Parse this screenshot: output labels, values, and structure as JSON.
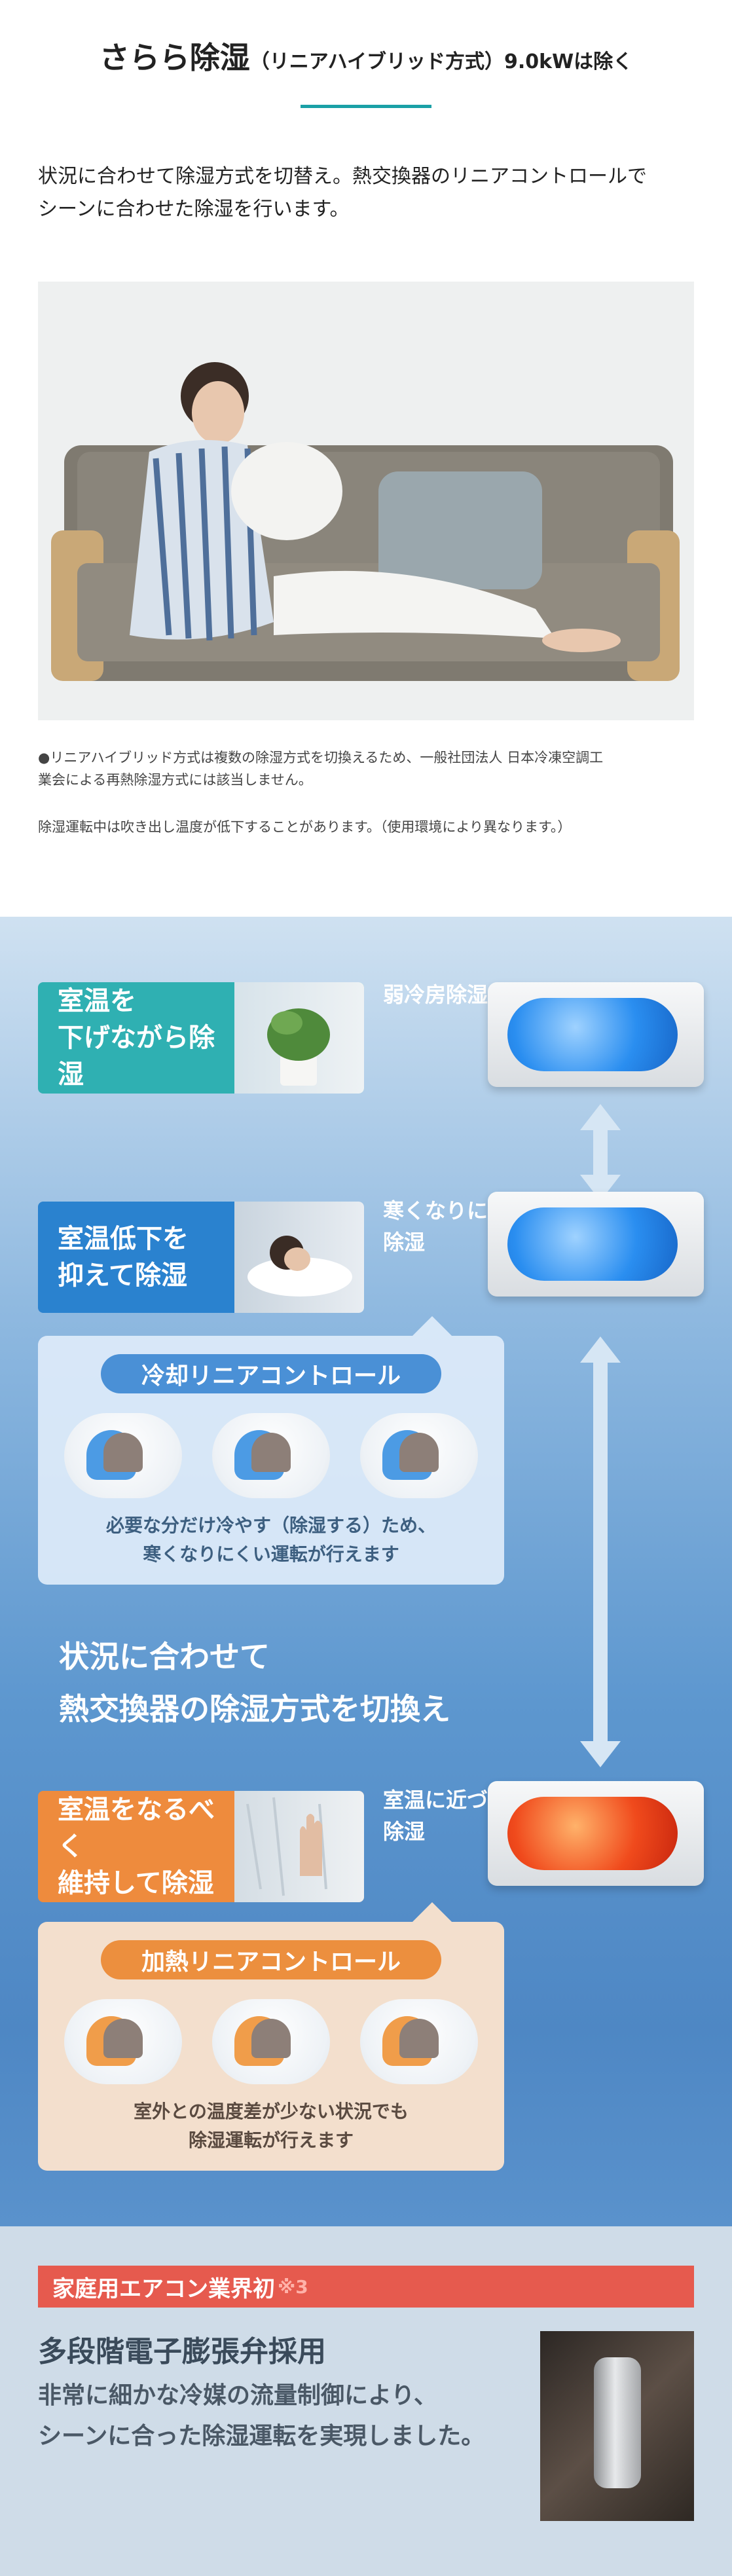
{
  "header": {
    "title_main": "さらら除湿",
    "title_sub": "（リニアハイブリッド方式）9.0kWは除く",
    "intro_line1": "状況に合わせて除湿方式を切替え。熱交換器のリニアコントロールで",
    "intro_line2": "シーンに合わせた除湿を行います。",
    "note1_line1": "●リニアハイブリッド方式は複数の除湿方式を切換えるため、一般社団法人 日本冷凍空調工",
    "note1_line2": "業会による再熱除湿方式には該当しません。",
    "note2": "除湿運転中は吹き出し温度が低下することがあります。（使用環境により異なります。）"
  },
  "infographic": {
    "tag_cool": {
      "line1": "室温を",
      "line2": "下げながら除湿"
    },
    "tag_lower": {
      "line1": "室温低下を",
      "line2": "抑えて除湿"
    },
    "tag_keep": {
      "line1": "室温をなるべく",
      "line2": "維持して除湿"
    },
    "mode_weak_cooling": "弱冷房除湿",
    "mode_hard_cold": {
      "line1": "寒くなりにくい",
      "line2": "除湿"
    },
    "mode_near_temp": {
      "line1": "室温に近づけて",
      "line2": "除湿"
    },
    "cooling_control": {
      "title": "冷却リニアコントロール",
      "desc_line1": "必要な分だけ冷やす（除湿する）ため、",
      "desc_line2": "寒くなりにくい運転が行えます"
    },
    "heating_control": {
      "title": "加熱リニアコントロール",
      "desc_line1": "室外との温度差が少ない状況でも",
      "desc_line2": "除湿運転が行えます"
    },
    "center_line1": "状況に合わせて",
    "center_line2": "熱交換器の除湿方式を切換え"
  },
  "feature": {
    "badge": "家庭用エアコン業界初",
    "badge_note": "※3",
    "title": "多段階電子膨張弁採用",
    "desc_line1": "非常に細かな冷媒の流量制御により、",
    "desc_line2": "シーンに合った除湿運転を実現しました。"
  },
  "colors": {
    "accent_teal": "#1aa0a6",
    "tag_teal": "#2fb0b2",
    "tag_blue": "#2a82cf",
    "tag_orange": "#ee8b3d",
    "banner_red": "#e65a4e"
  }
}
